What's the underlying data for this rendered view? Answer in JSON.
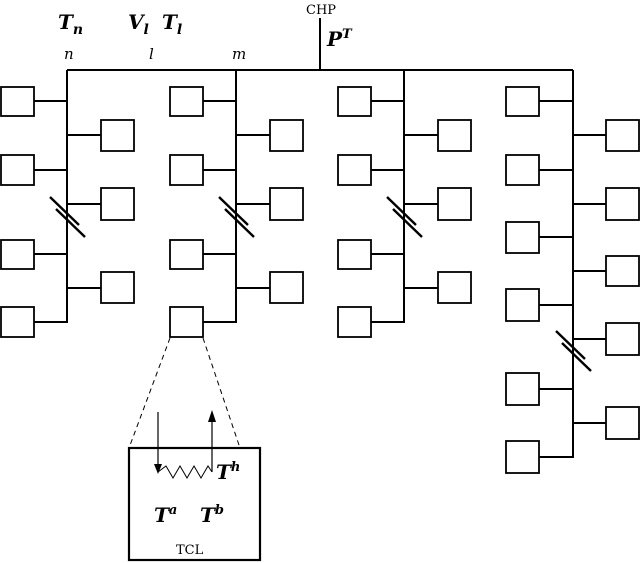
{
  "labels": {
    "chp": "CHP",
    "p_base": "P",
    "p_sup": "T",
    "tn_base": "T",
    "tn_sub": "n",
    "vl_base": "V",
    "vl_sub": "l",
    "tl_base": "T",
    "tl_sub": "l",
    "node_n": "n",
    "node_l": "l",
    "node_m": "m",
    "th_base": "T",
    "th_sup": "h",
    "ta_base": "T",
    "ta_sup": "a",
    "tb_base": "T",
    "tb_sup": "b",
    "tcl": "TCL"
  }
}
